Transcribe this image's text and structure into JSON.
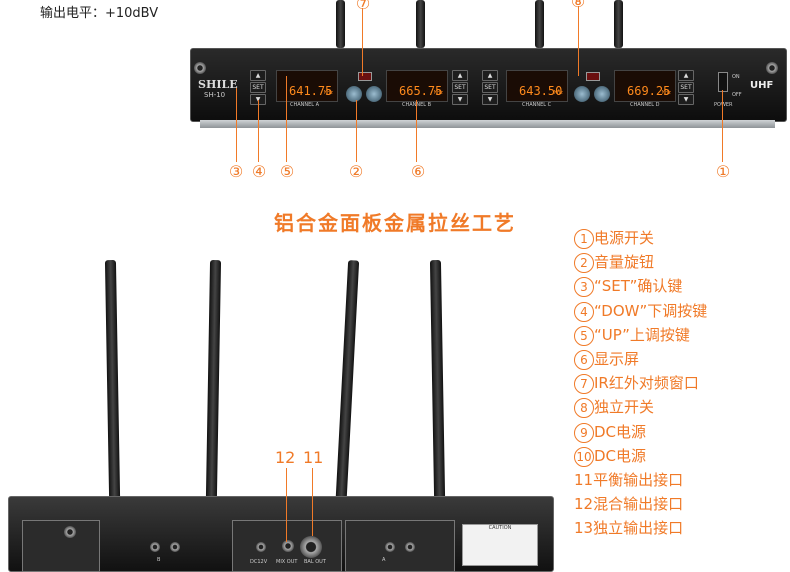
{
  "spec_line": "输出电平：+10dBV",
  "panel_title": "铝合金面板金属拉丝工艺",
  "front_panel": {
    "brand": "SHILE",
    "model": "SH-10",
    "uhf": "UHF",
    "on": "ON",
    "off": "OFF",
    "power": "POWER",
    "set": "SET",
    "channels": [
      {
        "label": "CHANNEL A",
        "freq": "641.75",
        "unit": "MHz"
      },
      {
        "label": "CHANNEL B",
        "freq": "665.75",
        "unit": "MHz"
      },
      {
        "label": "CHANNEL C",
        "freq": "643.50",
        "unit": "MHz"
      },
      {
        "label": "CHANNEL D",
        "freq": "669.25",
        "unit": "MHz"
      }
    ]
  },
  "callouts": {
    "top": [
      "⑦",
      "⑧"
    ],
    "bottom": [
      "③",
      "④",
      "⑤",
      "②",
      "⑥",
      "①"
    ],
    "rear": [
      "12",
      "11"
    ]
  },
  "legend": [
    {
      "num": "1",
      "text": "电源开关"
    },
    {
      "num": "2",
      "text": "音量旋钮"
    },
    {
      "num": "3",
      "text": "“SET”确认键"
    },
    {
      "num": "4",
      "text": "“DOW”下调按键"
    },
    {
      "num": "5",
      "text": "“UP”上调按键"
    },
    {
      "num": "6",
      "text": "显示屏"
    },
    {
      "num": "7",
      "text": "IR红外对频窗口"
    },
    {
      "num": "8",
      "text": "独立开关"
    },
    {
      "num": "9",
      "text": "DC电源"
    },
    {
      "num": "10",
      "text": "DC电源"
    },
    {
      "num": "",
      "text": "11平衡输出接口"
    },
    {
      "num": "",
      "text": "12混合输出接口"
    },
    {
      "num": "",
      "text": "13独立输出接口"
    }
  ],
  "rear_panel": {
    "dc": "DC12V",
    "mix_out": "MIX OUT",
    "bal_out": "BAL OUT",
    "caution": "CAUTION",
    "b": "B",
    "a": "A"
  }
}
